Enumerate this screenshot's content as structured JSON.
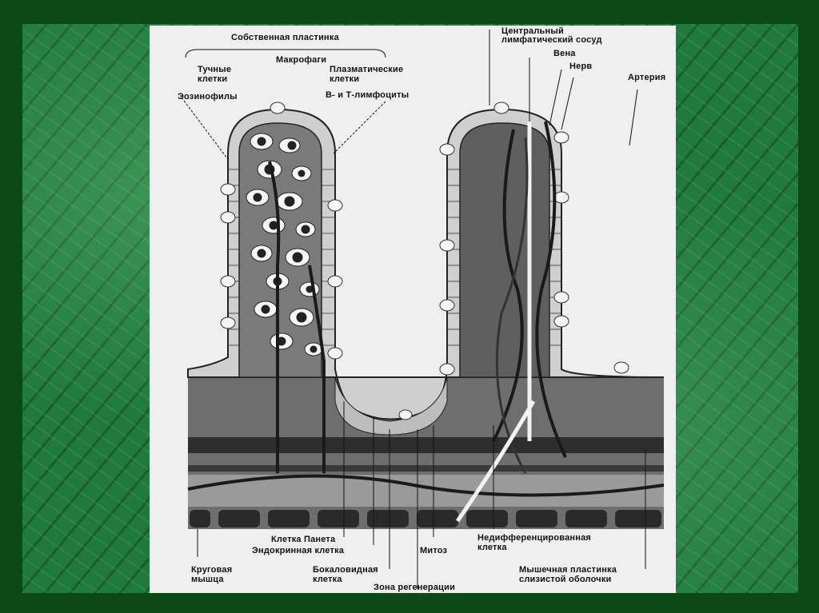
{
  "labels": {
    "lamina_propria": "Собственная пластинка",
    "macrophages": "Макрофаги",
    "mast_cells_1": "Тучные",
    "mast_cells_2": "клетки",
    "plasma_cells_1": "Плазматические",
    "plasma_cells_2": "клетки",
    "eosinophils": "Эозинофилы",
    "lymphocytes": "В- и Т-лимфоциты",
    "central_lymph_1": "Центральный",
    "central_lymph_2": "лимфатический сосуд",
    "vein": "Вена",
    "nerve": "Нерв",
    "artery": "Артерия",
    "paneth_cell": "Клетка Панета",
    "endocrine_cell": "Эндокринная клетка",
    "goblet_cell_1": "Бокаловидная",
    "goblet_cell_2": "клетка",
    "mitosis": "Митоз",
    "regeneration_zone": "Зона регенерации",
    "undiff_cell_1": "Недифференцированная",
    "undiff_cell_2": "клетка",
    "circular_muscle_1": "Круговая",
    "circular_muscle_2": "мышца",
    "muscularis_mucosae_1": "Мышечная пластинка",
    "muscularis_mucosae_2": "слизистой оболочки"
  },
  "colors": {
    "frame": "#0b4a17",
    "marble": "#1f7a3c",
    "panel": "#efefef",
    "tissue_dark": "#5a5a5a",
    "tissue_mid": "#8a8a8a",
    "ink": "#111111"
  }
}
